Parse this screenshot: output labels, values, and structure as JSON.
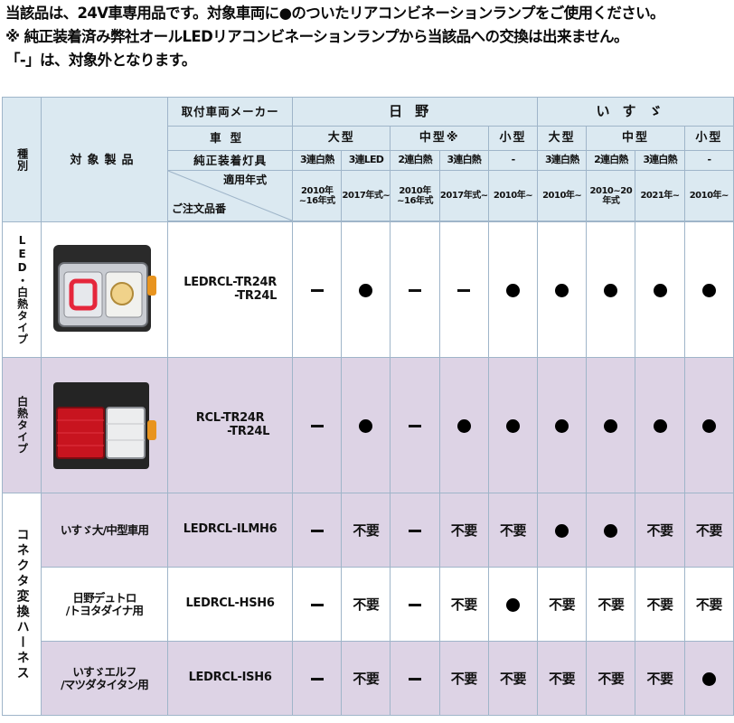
{
  "notes": [
    "当該品は、24V車専用品です。対象車両に●のついたリアコンビネーションランプをご使用ください。",
    "※ 純正装着済み弊社オールLEDリアコンビネーションランプから当該品への交換は出来ません。",
    "「-」は、対象外となります。"
  ],
  "header": {
    "type_label": "種別",
    "product_label": "対象製品",
    "maker_label": "取付車両メーカー",
    "model_label": "車型",
    "lamp_label": "純正装着灯具",
    "year_label": "適用年式",
    "order_label": "ご注文品番",
    "makers": [
      "日野",
      "いすゞ"
    ],
    "sizes": [
      "大型",
      "中型※",
      "小型",
      "大型",
      "中型",
      "小型"
    ],
    "lamps": [
      "3連白熱",
      "3連LED",
      "2連白熱",
      "3連白熱",
      "-",
      "3連白熱",
      "2連白熱",
      "3連白熱",
      "-"
    ],
    "years": [
      "2010年~16年式",
      "2017年式~",
      "2010年~16年式",
      "2017年式~",
      "2010年~",
      "2010年~",
      "2010~20年式",
      "2021年~",
      "2010年~"
    ]
  },
  "groups": [
    {
      "label": "LED・白熱タイプ"
    },
    {
      "label": "白熱タイプ"
    },
    {
      "label": "コネクタ変換ハーネス"
    }
  ],
  "rows": [
    {
      "product": "",
      "part": [
        "LEDRCL-TR24R",
        "-TR24L"
      ],
      "cells": [
        "-",
        "●",
        "-",
        "-",
        "●",
        "●",
        "●",
        "●",
        "●"
      ]
    },
    {
      "product": "",
      "part": [
        "RCL-TR24R",
        "-TR24L"
      ],
      "cells": [
        "-",
        "●",
        "-",
        "●",
        "●",
        "●",
        "●",
        "●",
        "●"
      ]
    },
    {
      "product": "いすゞ大/中型車用",
      "part": [
        "LEDRCL-ILMH6"
      ],
      "cells": [
        "-",
        "不要",
        "-",
        "不要",
        "不要",
        "●",
        "●",
        "不要",
        "不要"
      ]
    },
    {
      "product": "日野デュトロ/トヨタダイナ用",
      "product_lines": [
        "日野デュトロ",
        "/トヨタダイナ用"
      ],
      "part": [
        "LEDRCL-HSH6"
      ],
      "cells": [
        "-",
        "不要",
        "-",
        "不要",
        "●",
        "不要",
        "不要",
        "不要",
        "不要"
      ]
    },
    {
      "product": "いすゞエルフ/マツダタイタン用",
      "product_lines": [
        "いすゞエルフ",
        "/マツダタイタン用"
      ],
      "part": [
        "LEDRCL-ISH6"
      ],
      "cells": [
        "-",
        "不要",
        "-",
        "不要",
        "不要",
        "不要",
        "不要",
        "不要",
        "●"
      ]
    }
  ],
  "colors": {
    "header_bg": "#dbe9f1",
    "purple_bg": "#ddd3e5",
    "border": "#9fb5c9"
  }
}
